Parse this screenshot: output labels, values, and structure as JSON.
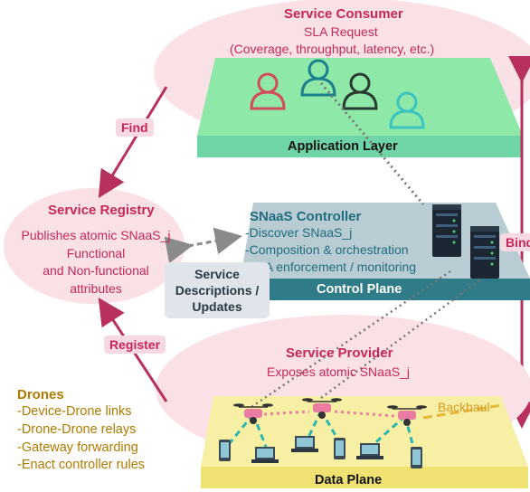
{
  "service_consumer": {
    "title": "Service Consumer",
    "line1": "SLA Request",
    "line2": "(Coverage, throughput, latency, etc.)"
  },
  "application_layer": {
    "label": "Application Layer"
  },
  "service_registry": {
    "title": "Service Registry",
    "lines": [
      "Publishes atomic SNaaS_j",
      "Functional",
      "and Non-functional",
      "attributes"
    ]
  },
  "snaas_controller": {
    "title": "SNaaS Controller",
    "items": [
      "-Discover SNaaS_j",
      "-Composition & orchestration",
      "-SLA enforcement / monitoring"
    ]
  },
  "control_plane": {
    "label": "Control Plane"
  },
  "service_descriptions": {
    "lines": [
      "Service",
      "Descriptions /",
      "Updates"
    ]
  },
  "service_provider": {
    "title": "Service Provider",
    "line1": "Exposes atomic SNaaS_j"
  },
  "data_plane": {
    "label": "Data Plane",
    "backhaul": "Backhaul"
  },
  "drones": {
    "title": "Drones",
    "items": [
      "-Device-Drone links",
      "-Drone-Drone relays",
      "-Gateway forwarding",
      "-Enact controller rules"
    ]
  },
  "arrows": {
    "find": "Find",
    "register": "Register",
    "bind": "Bind"
  },
  "colors": {
    "consumer_ellipse": "#f9e1e6",
    "application_layer": "#8ee8a8",
    "control_plane": "#b9ccd3",
    "data_plane": "#f7f0a4",
    "accent_pink": "#c8275a",
    "controller_teal": "#1f6d7d"
  }
}
